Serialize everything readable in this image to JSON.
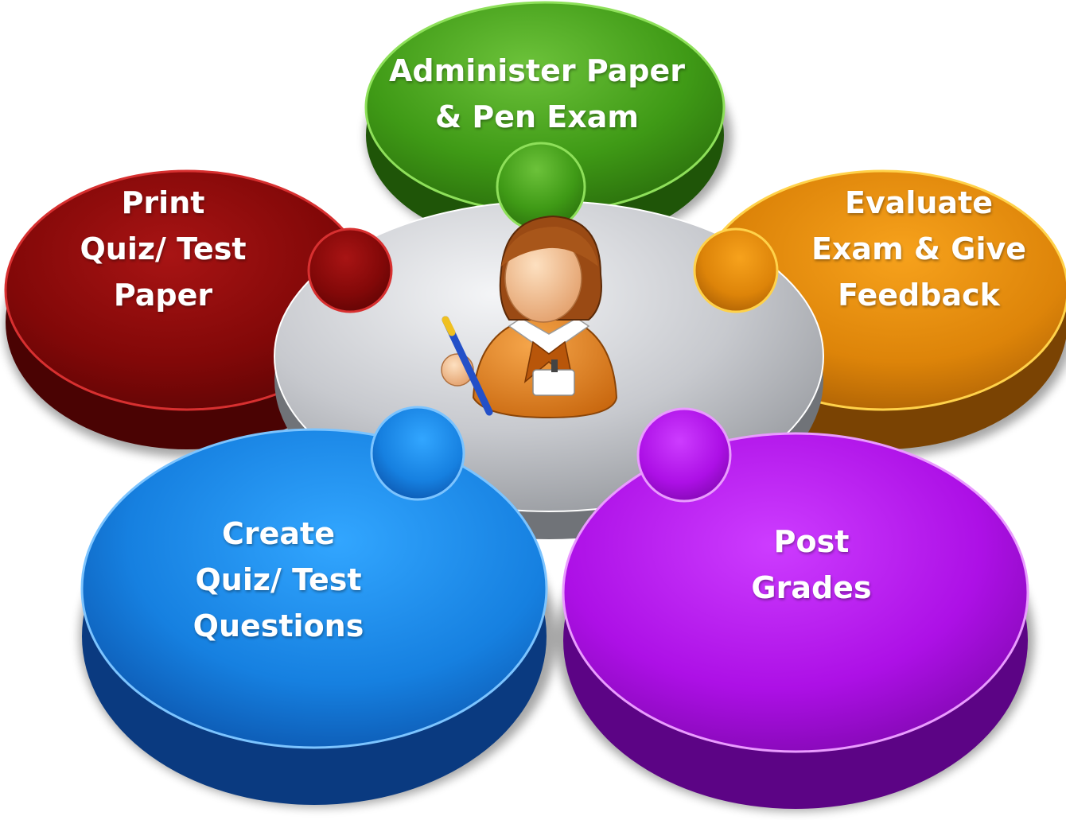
{
  "steps": {
    "administer": {
      "line1": "Administer Paper",
      "line2": "& Pen Exam",
      "color": "#3f9a16"
    },
    "print": {
      "line1": "Print",
      "line2": "Quiz/ Test",
      "line3": "Paper",
      "color": "#8c0a0a"
    },
    "evaluate": {
      "line1": "Evaluate",
      "line2": "Exam & Give",
      "line3": "Feedback",
      "color": "#e28a0c"
    },
    "create": {
      "line1": "Create",
      "line2": "Quiz/ Test",
      "line3": "Questions",
      "color": "#1a86e8"
    },
    "post": {
      "line1": "Post",
      "line2": "Grades",
      "color": "#b414e6"
    }
  },
  "center": {
    "icon": "teacher-icon",
    "color": "#c9cbd0"
  }
}
